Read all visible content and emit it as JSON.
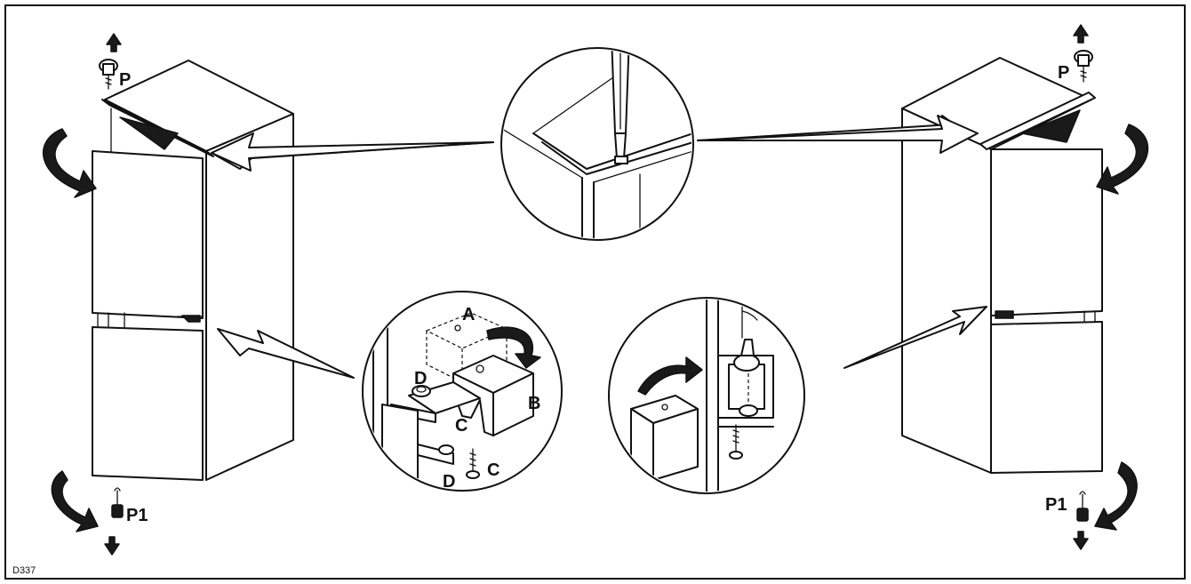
{
  "labels": {
    "p_left": "P",
    "p_right": "P",
    "p1_left": "P1",
    "p1_right": "P1",
    "a": "A",
    "b": "B",
    "c_upper": "C",
    "c_lower": "C",
    "d_upper": "D",
    "d_lower": "D",
    "figure_code": "D337"
  }
}
